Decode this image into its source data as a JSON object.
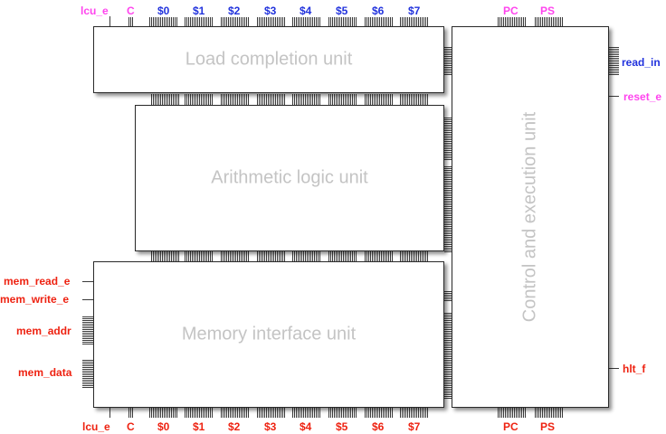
{
  "colors": {
    "pink": "#ff44ee",
    "blue": "#2233dd",
    "red": "#ee2211",
    "box_border": "#2a2a2a",
    "unit_text": "#c4c4c4"
  },
  "units": {
    "lcu": "Load completion unit",
    "alu": "Arithmetic logic unit",
    "miu": "Memory interface unit",
    "ceu": "Control and execution unit"
  },
  "top_labels": {
    "lcu_e": "lcu_e",
    "c": "C",
    "regs": [
      "$0",
      "$1",
      "$2",
      "$3",
      "$4",
      "$5",
      "$6",
      "$7"
    ],
    "pc": "PC",
    "ps": "PS"
  },
  "bottom_labels": {
    "lcu_e": "lcu_e",
    "c": "C",
    "regs": [
      "$0",
      "$1",
      "$2",
      "$3",
      "$4",
      "$5",
      "$6",
      "$7"
    ],
    "pc": "PC",
    "ps": "PS"
  },
  "left_labels": {
    "mem_read_e": "mem_read_e",
    "mem_write_e": "mem_write_e",
    "mem_addr": "mem_addr",
    "mem_data": "mem_data"
  },
  "right_labels": {
    "read_in": "read_in",
    "reset_e": "reset_e",
    "hlt_f": "hlt_f"
  }
}
